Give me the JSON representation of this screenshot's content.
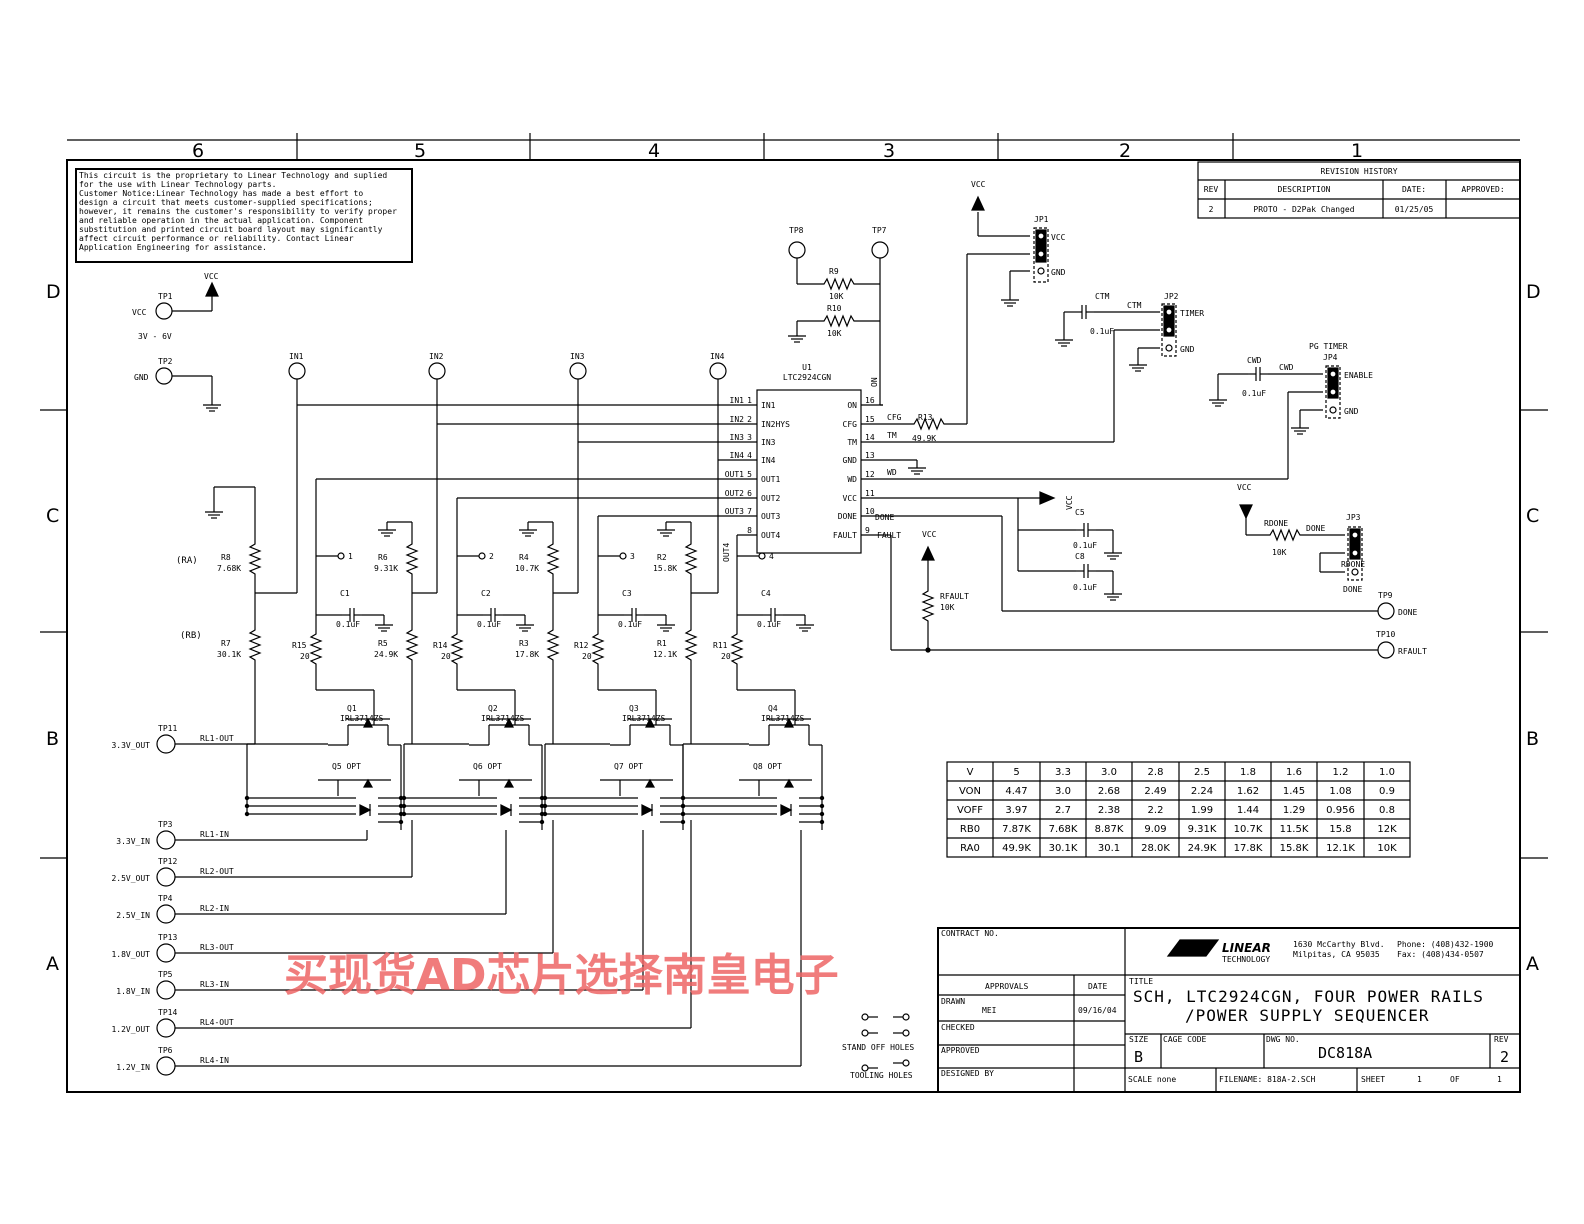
{
  "zones_top": [
    "6",
    "5",
    "4",
    "3",
    "2",
    "1"
  ],
  "zones_side": [
    "D",
    "C",
    "B",
    "A"
  ],
  "notice": [
    "This circuit is the proprietary to Linear Technology and suplied",
    "for the use with Linear Technology parts.",
    "Customer Notice:Linear Technology has made a best effort to",
    "design a circuit that meets customer-supplied specifications;",
    "however, it remains the customer's responsibility to verify proper",
    "and reliable operation in the actual application. Component",
    "substitution and printed circuit board layout may significantly",
    "affect circuit performance or reliability. Contact Linear",
    "Application Engineering for assistance."
  ],
  "revision": {
    "title": "REVISION HISTORY",
    "headers": [
      "REV",
      "DESCRIPTION",
      "DATE:",
      "APPROVED:"
    ],
    "row": [
      "2",
      "PROTO - D2Pak Changed",
      "01/25/05",
      ""
    ]
  },
  "labels": {
    "vcc": "VCC",
    "gnd": "GND",
    "range": "3V - 6V",
    "tp1": "TP1",
    "tp2": "TP2",
    "tp7": "TP7",
    "tp8": "TP8",
    "tp9": "TP9",
    "tp10": "TP10",
    "in1": "IN1",
    "in2": "IN2",
    "in3": "IN3",
    "in4": "IN4",
    "u1": "U1",
    "ic": "LTC2924CGN",
    "r9": "R9",
    "r10": "R10",
    "r13": "R13",
    "k10": "10K",
    "v499": "49.9K",
    "on": "ON",
    "cfg": "CFG",
    "tm": "TM",
    "wd": "WD",
    "done": "DONE",
    "fault": "FAULT",
    "out4": "OUT4",
    "jp1": "JP1",
    "jp2": "JP2",
    "jp3": "JP3",
    "jp4": "JP4",
    "ctm": "CTM",
    "cwd": "CWD",
    "timer": "TIMER",
    "pgtimer": "PG TIMER",
    "enable": "ENABLE",
    "c01": "0.1uF",
    "c5": "C5",
    "c8": "C8",
    "rdone": "RDONE",
    "rfault": "RFAULT",
    "ra": "(RA)",
    "rb": "(RB)",
    "r8": "R8",
    "r8v": "7.68K",
    "r7": "R7",
    "r7v": "30.1K",
    "r6": "R6",
    "r6v": "9.31K",
    "r5": "R5",
    "r5v": "24.9K",
    "r4": "R4",
    "r4v": "10.7K",
    "r3": "R3",
    "r3v": "17.8K",
    "r2": "R2",
    "r2v": "15.8K",
    "r1": "R1",
    "r1v": "12.1K",
    "r15": "R15",
    "r14": "R14",
    "r12": "R12",
    "r11": "R11",
    "v20": "20",
    "c1": "C1",
    "c2": "C2",
    "c3": "C3",
    "c4": "C4",
    "q1": "Q1",
    "q2": "Q2",
    "q3": "Q3",
    "q4": "Q4",
    "qpart": "IRL3714ZS",
    "q5": "Q5 OPT",
    "q6": "Q6 OPT",
    "q7": "Q7 OPT",
    "q8": "Q8 OPT",
    "standoff": "STAND OFF HOLES",
    "tooling": "TOOLING HOLES"
  },
  "ic_pins_left": [
    {
      "net": "IN1",
      "num": "1",
      "name": "IN1"
    },
    {
      "net": "IN2",
      "num": "2",
      "name": "IN2HYS"
    },
    {
      "net": "IN3",
      "num": "3",
      "name": "IN3"
    },
    {
      "net": "IN4",
      "num": "4",
      "name": "IN4"
    },
    {
      "net": "OUT1",
      "num": "5",
      "name": "OUT1"
    },
    {
      "net": "OUT2",
      "num": "6",
      "name": "OUT2"
    },
    {
      "net": "OUT3",
      "num": "7",
      "name": "OUT3"
    },
    {
      "net": "",
      "num": "8",
      "name": "OUT4"
    }
  ],
  "ic_pins_right": [
    {
      "num": "16",
      "name": "ON"
    },
    {
      "num": "15",
      "name": "CFG"
    },
    {
      "num": "14",
      "name": "TM"
    },
    {
      "num": "13",
      "name": "GND"
    },
    {
      "num": "12",
      "name": "WD"
    },
    {
      "num": "11",
      "name": "VCC"
    },
    {
      "num": "10",
      "name": "DONE"
    },
    {
      "num": "9",
      "name": "FAULT"
    }
  ],
  "rails": [
    {
      "tp": "TP11",
      "label": "3.3V_OUT",
      "net": "RL1-OUT"
    },
    {
      "tp": "TP3",
      "label": "3.3V_IN",
      "net": "RL1-IN"
    },
    {
      "tp": "TP12",
      "label": "2.5V_OUT",
      "net": "RL2-OUT"
    },
    {
      "tp": "TP4",
      "label": "2.5V_IN",
      "net": "RL2-IN"
    },
    {
      "tp": "TP13",
      "label": "1.8V_OUT",
      "net": "RL3-OUT"
    },
    {
      "tp": "TP5",
      "label": "1.8V_IN",
      "net": "RL3-IN"
    },
    {
      "tp": "TP14",
      "label": "1.2V_OUT",
      "net": "RL4-OUT"
    },
    {
      "tp": "TP6",
      "label": "1.2V_IN",
      "net": "RL4-IN"
    }
  ],
  "vtable": {
    "header": [
      "V",
      "5",
      "3.3",
      "3.0",
      "2.8",
      "2.5",
      "1.8",
      "1.6",
      "1.2",
      "1.0"
    ],
    "rows": [
      [
        "VON",
        "4.47",
        "3.0",
        "2.68",
        "2.49",
        "2.24",
        "1.62",
        "1.45",
        "1.08",
        "0.9"
      ],
      [
        "VOFF",
        "3.97",
        "2.7",
        "2.38",
        "2.2",
        "1.99",
        "1.44",
        "1.29",
        "0.956",
        "0.8"
      ],
      [
        "RB0",
        "7.87K",
        "7.68K",
        "8.87K",
        "9.09",
        "9.31K",
        "10.7K",
        "11.5K",
        "15.8",
        "12K"
      ],
      [
        "RA0",
        "49.9K",
        "30.1K",
        "30.1",
        "28.0K",
        "24.9K",
        "17.8K",
        "15.8K",
        "12.1K",
        "10K"
      ]
    ]
  },
  "title_block": {
    "contract": "CONTRACT NO.",
    "approvals": "APPROVALS",
    "date_h": "DATE",
    "drawn": "DRAWN",
    "drawn_by": "MEI",
    "drawn_date": "09/16/04",
    "checked": "CHECKED",
    "approved": "APPROVED",
    "designed": "DESIGNED BY",
    "logo": "LINEAR",
    "logo_sub": "TECHNOLOGY",
    "addr1": "1630 McCarthy Blvd.",
    "addr2": "Milpitas, CA 95035",
    "phone": "Phone: (408)432-1900",
    "fax": "Fax: (408)434-0507",
    "title_h": "TITLE",
    "title1": "SCH, LTC2924CGN, FOUR POWER RAILS",
    "title2": "/POWER SUPPLY SEQUENCER",
    "size_h": "SIZE",
    "size": "B",
    "cage_h": "CAGE CODE",
    "dwg_h": "DWG NO.",
    "dwg": "DC818A",
    "rev_h": "REV",
    "rev": "2",
    "scale": "SCALE none",
    "filename": "FILENAME: 818A-2.SCH",
    "sheet_h": "SHEET",
    "sheet": "1",
    "of": "OF",
    "total": "1"
  },
  "watermark": "买现货AD芯片选择南皇电子"
}
